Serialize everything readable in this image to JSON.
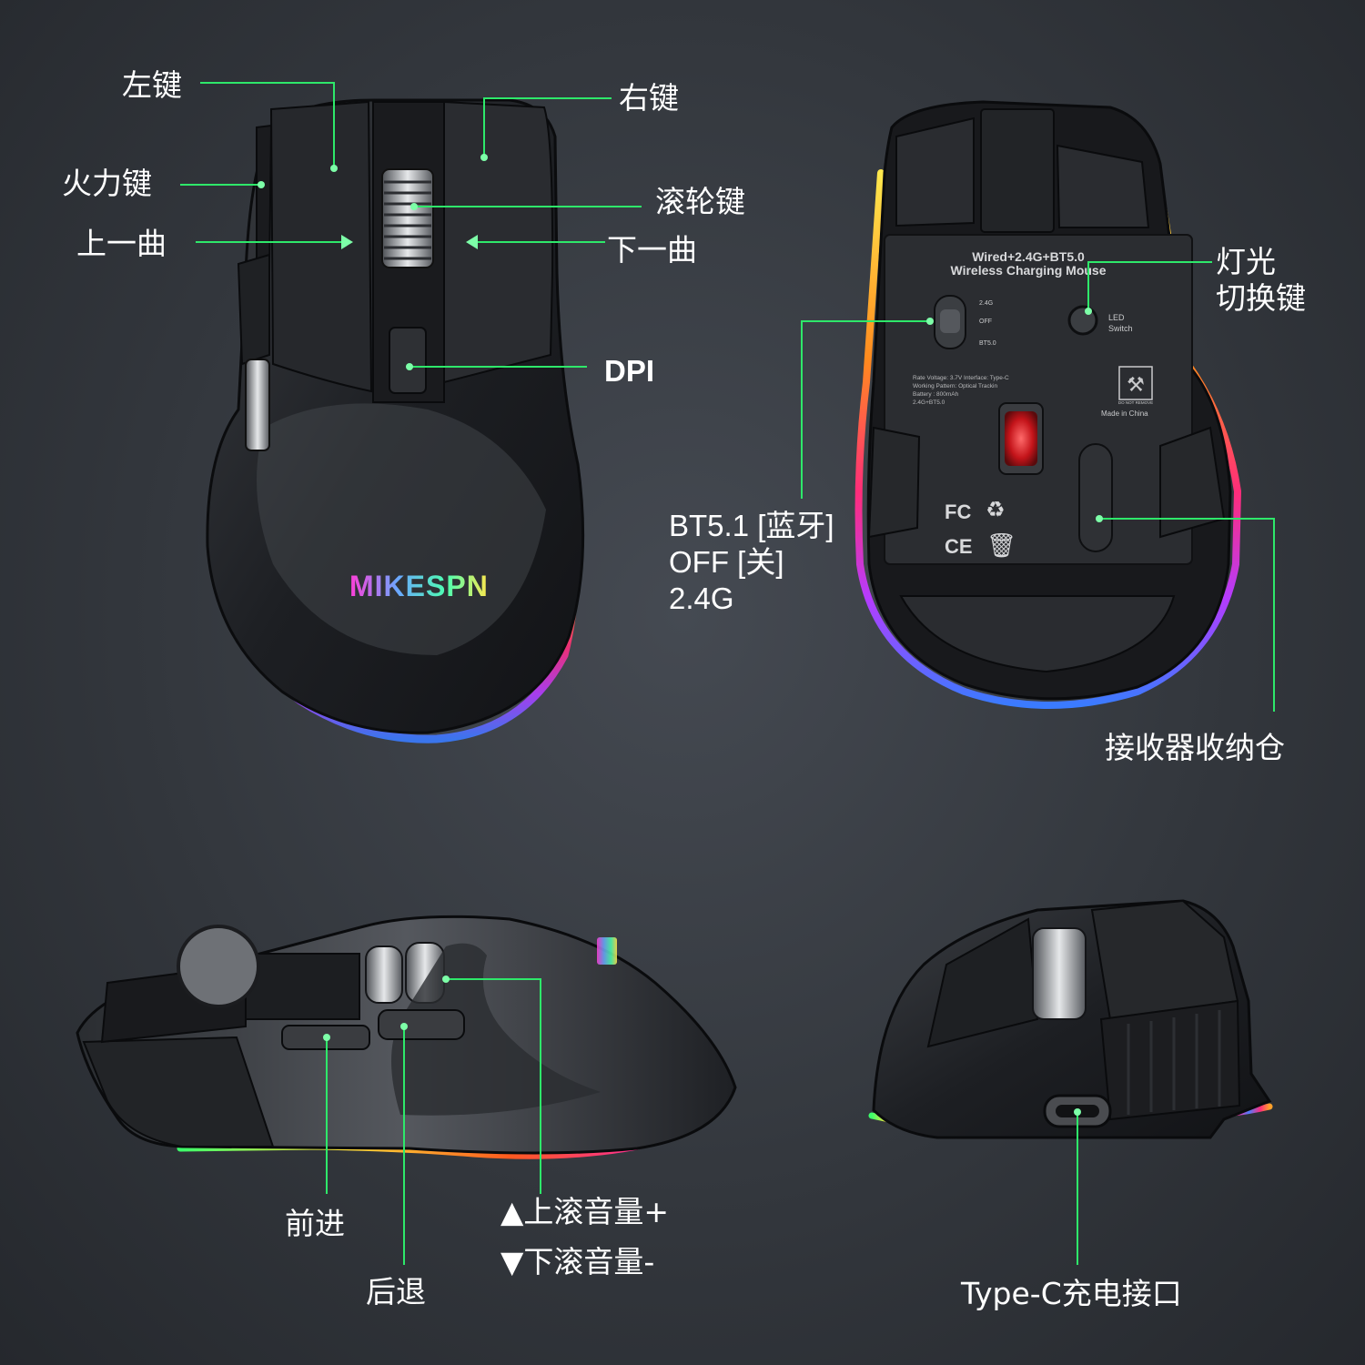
{
  "brand": {
    "logo_text": "MIKESPN"
  },
  "colors": {
    "background": "#33373d",
    "callout_line": "#2ee86a",
    "callout_dot": "#7dffa8",
    "label_text": "#ffffff",
    "sensor": "#d0161b"
  },
  "top_view": {
    "callouts": {
      "left_button": "左键",
      "fire_button": "火力键",
      "prev_track": "上一曲",
      "right_button": "右键",
      "scroll_button": "滚轮键",
      "next_track": "下一曲",
      "dpi": "DPI"
    }
  },
  "bottom_view": {
    "plate_title_line1": "Wired+2.4G+BT5.0",
    "plate_title_line2": "Wireless Charging Mouse",
    "switch_positions": [
      "2.4G",
      "OFF",
      "BT5.0"
    ],
    "led_label_line1": "LED",
    "led_label_line2": "Switch",
    "specs": [
      "Rate Voltage: 3.7V   Interface: Type-C",
      "Working Pattern: Optical Trackin",
      "Battery : 800mAh",
      "2.4G+BT5.0"
    ],
    "do_not_remove": "DO NOT REMOVE",
    "made_in": "Made in China",
    "cert_fc": "FC",
    "cert_ce": "CE",
    "callouts": {
      "mode_switch_lines": [
        "BT5.1 [蓝牙]",
        "OFF [关]",
        "2.4G"
      ],
      "light_switch_lines": [
        "灯光",
        "切换键"
      ],
      "receiver_storage": "接收器收纳仓"
    }
  },
  "side_view": {
    "callouts": {
      "forward": "前进",
      "back": "后退",
      "volume_up": "▲上滚音量+",
      "volume_down": "▼下滚音量-"
    }
  },
  "front_view": {
    "callouts": {
      "typec_port": "Type-C充电接口"
    }
  }
}
